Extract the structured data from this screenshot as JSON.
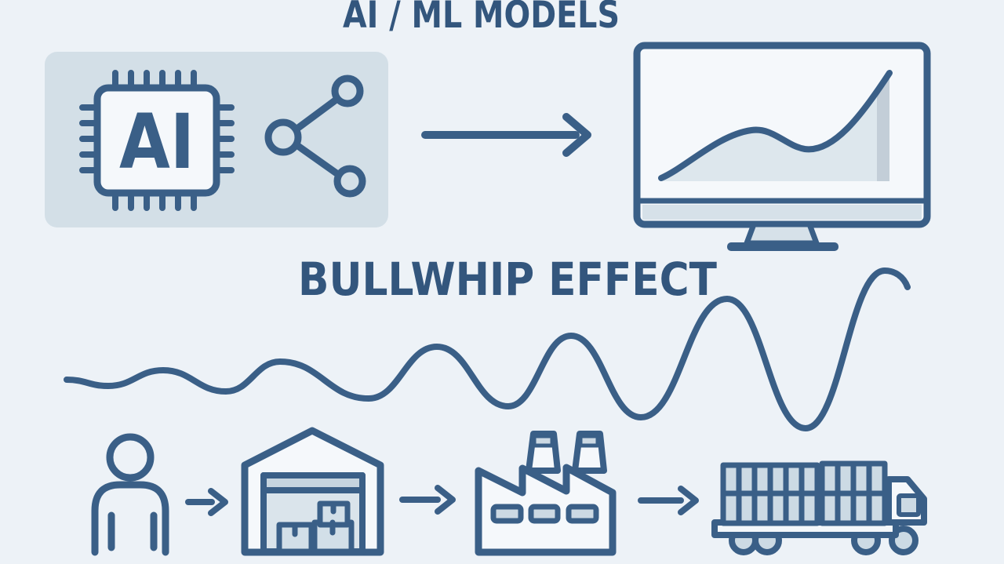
{
  "titles": {
    "top": "AI / ML MODELS",
    "bullwhip": "BULLWHIP EFFECT"
  },
  "chip": {
    "label": "AI"
  },
  "top_flow": {
    "icons": [
      "ai-chip-icon",
      "share-network-icon",
      "arrow-right-icon",
      "monitor-chart-icon"
    ],
    "monitor_chart": {
      "type": "area",
      "shape": "rising curve with small bump then steep exponential growth"
    }
  },
  "bullwhip_wave": {
    "type": "oscillation",
    "amplitude_trend": "increasing left to right, ends in whip-crack hook at top of last peak",
    "cycles": 7
  },
  "supply_chain": {
    "stages": [
      "person-icon",
      "warehouse-icon",
      "factory-icon",
      "truck-icon"
    ],
    "connectors": [
      "arrow-right-icon",
      "arrow-right-icon",
      "arrow-right-icon"
    ]
  },
  "colors": {
    "background": "#EDF2F7",
    "ink": "#3A5F87",
    "title_text": "#33567D",
    "panel_fill": "#D3DFE7",
    "surface_fill": "#F5F8FB",
    "light_fill": "#CCD9E3",
    "door_fill": "#DAE4EB",
    "header_fill": "#C6D4DF",
    "chart_fill": "#DDE7ED",
    "chart_shade": "#C3CED8",
    "bar_fill": "#D6E1E9"
  }
}
